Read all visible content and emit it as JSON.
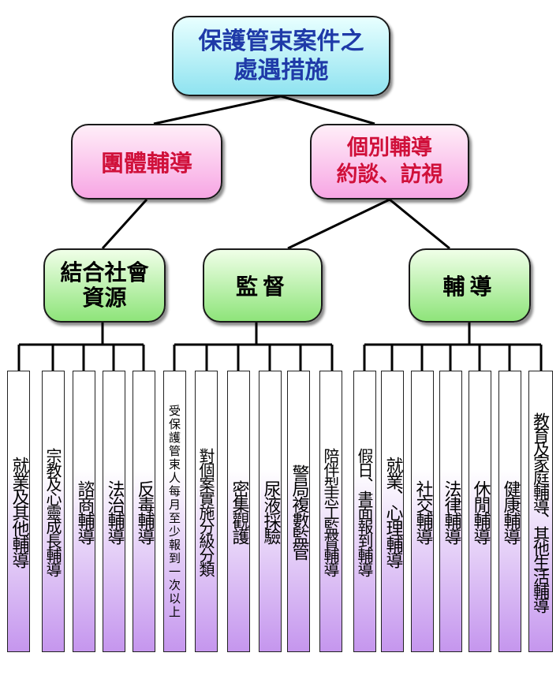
{
  "root": {
    "lines": [
      "保護管束案件之",
      "處遇措施"
    ]
  },
  "level1": {
    "group": {
      "label": "團體輔導"
    },
    "individual": {
      "lines": [
        "個別輔導",
        "約談、訪視"
      ]
    }
  },
  "level2": {
    "resources": {
      "lines": [
        "結合社會",
        "資源"
      ]
    },
    "supervision": {
      "label": "監督"
    },
    "counseling": {
      "label": "輔導"
    }
  },
  "leaves": {
    "resources": [
      "就業及其他輔導",
      "宗教及心靈成長輔導",
      "諮商輔導",
      "法治輔導",
      "反毒輔導"
    ],
    "supervision": [
      "受保護管束人每月至少報到一次以上",
      "對個案實施分級分類",
      "密集觀護",
      "尿液採驗",
      "警局複數監管",
      "陪伴型志工監督輔導"
    ],
    "counseling": [
      "假日、書面報到輔導",
      "就業、心理輔導",
      "社交輔導",
      "法律輔導",
      "休閒輔導",
      "健康輔導",
      "教育及家庭輔導、其他生活輔導"
    ]
  },
  "colors": {
    "root_text": "#1f3aa8",
    "level1_text": "#d0103a",
    "leaf_gradient_bottom": "#c596ee",
    "connector": "#000000"
  }
}
